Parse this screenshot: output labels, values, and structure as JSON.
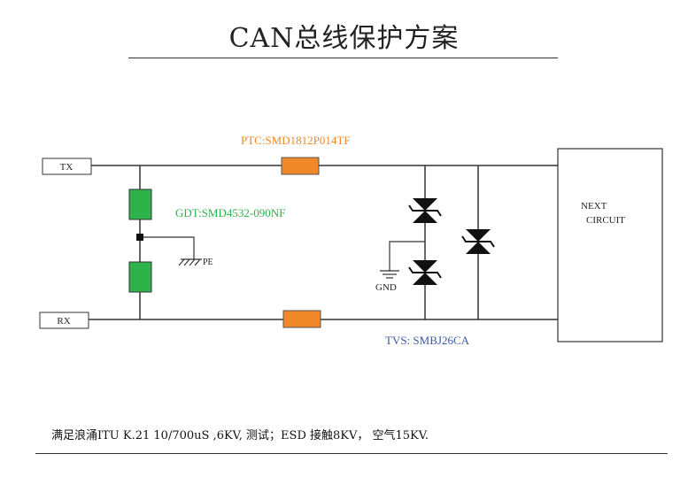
{
  "title": "CAN总线保护方案",
  "labels": {
    "tx": "TX",
    "rx": "RX",
    "ptc": "PTC:SMD1812P014TF",
    "gdt": "GDT:SMD4532-090NF",
    "pe": "PE",
    "gnd": "GND",
    "tvs": "TVS: SMBJ26CA",
    "next_line1": "NEXT",
    "next_line2": "CIRCUIT"
  },
  "footnote": "满足浪涌ITU  K.21   10/700uS ,6KV, 测试；ESD  接触8KV，  空气15KV.",
  "colors": {
    "ptc": "#f0882a",
    "gdt": "#2db34a",
    "tvs_label": "#3a5ba8",
    "line": "#333333",
    "diode": "#111111"
  }
}
